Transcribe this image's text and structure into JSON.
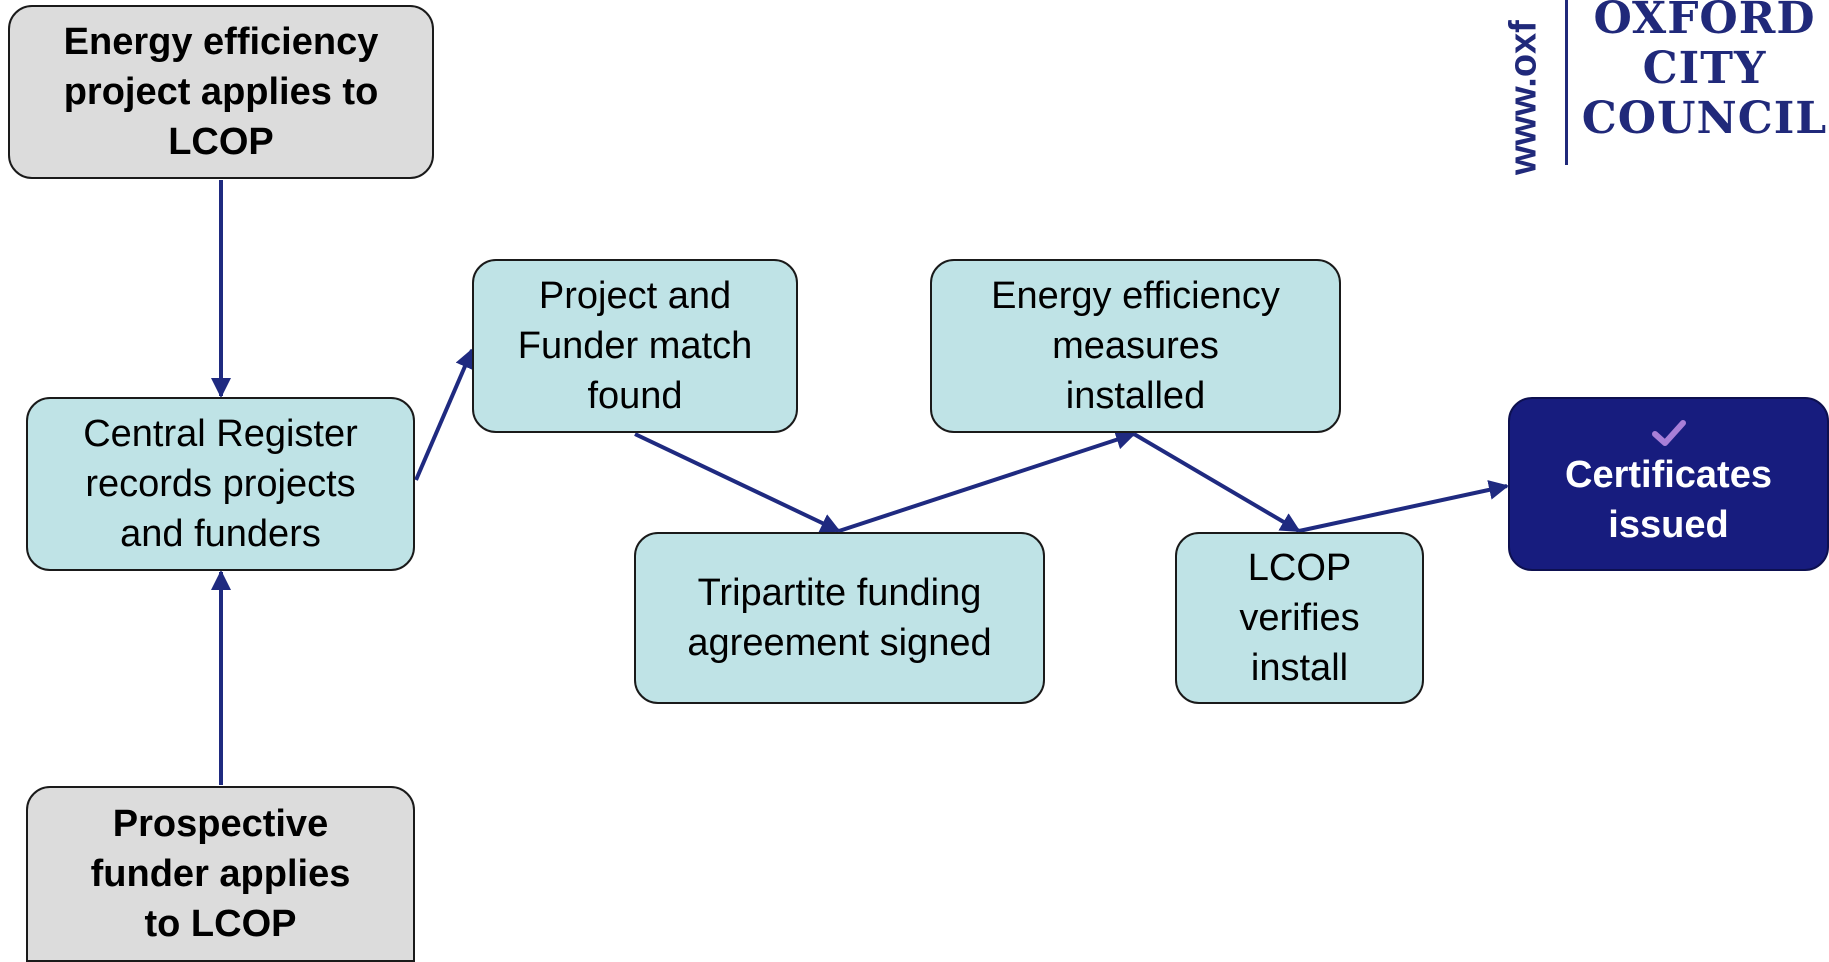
{
  "nodes": {
    "ee_project_applies": "Energy efficiency\nproject applies to\nLCOP",
    "central_register": "Central Register\nrecords projects\nand funders",
    "prospective_funder": "Prospective\nfunder applies\nto LCOP",
    "match_found": "Project and\nFunder match\nfound",
    "tripartite": "Tripartite funding\nagreement signed",
    "measures_installed": "Energy efficiency\nmeasures\ninstalled",
    "lcop_verifies": "LCOP\nverifies\ninstall",
    "certificates": "Certificates\nissued"
  },
  "logo": {
    "url_fragment": "www.oxf",
    "name": "OXFORD\nCITY\nCOUNCIL"
  },
  "colors": {
    "arrow": "#1f2a80",
    "teal_box": "#bfe3e6",
    "grey_box": "#dcdcdc",
    "dark_box": "#171c7e",
    "logo_blue": "#20297a",
    "check": "#a87fd8"
  },
  "icons": {
    "certificates": "checkmark-icon"
  }
}
